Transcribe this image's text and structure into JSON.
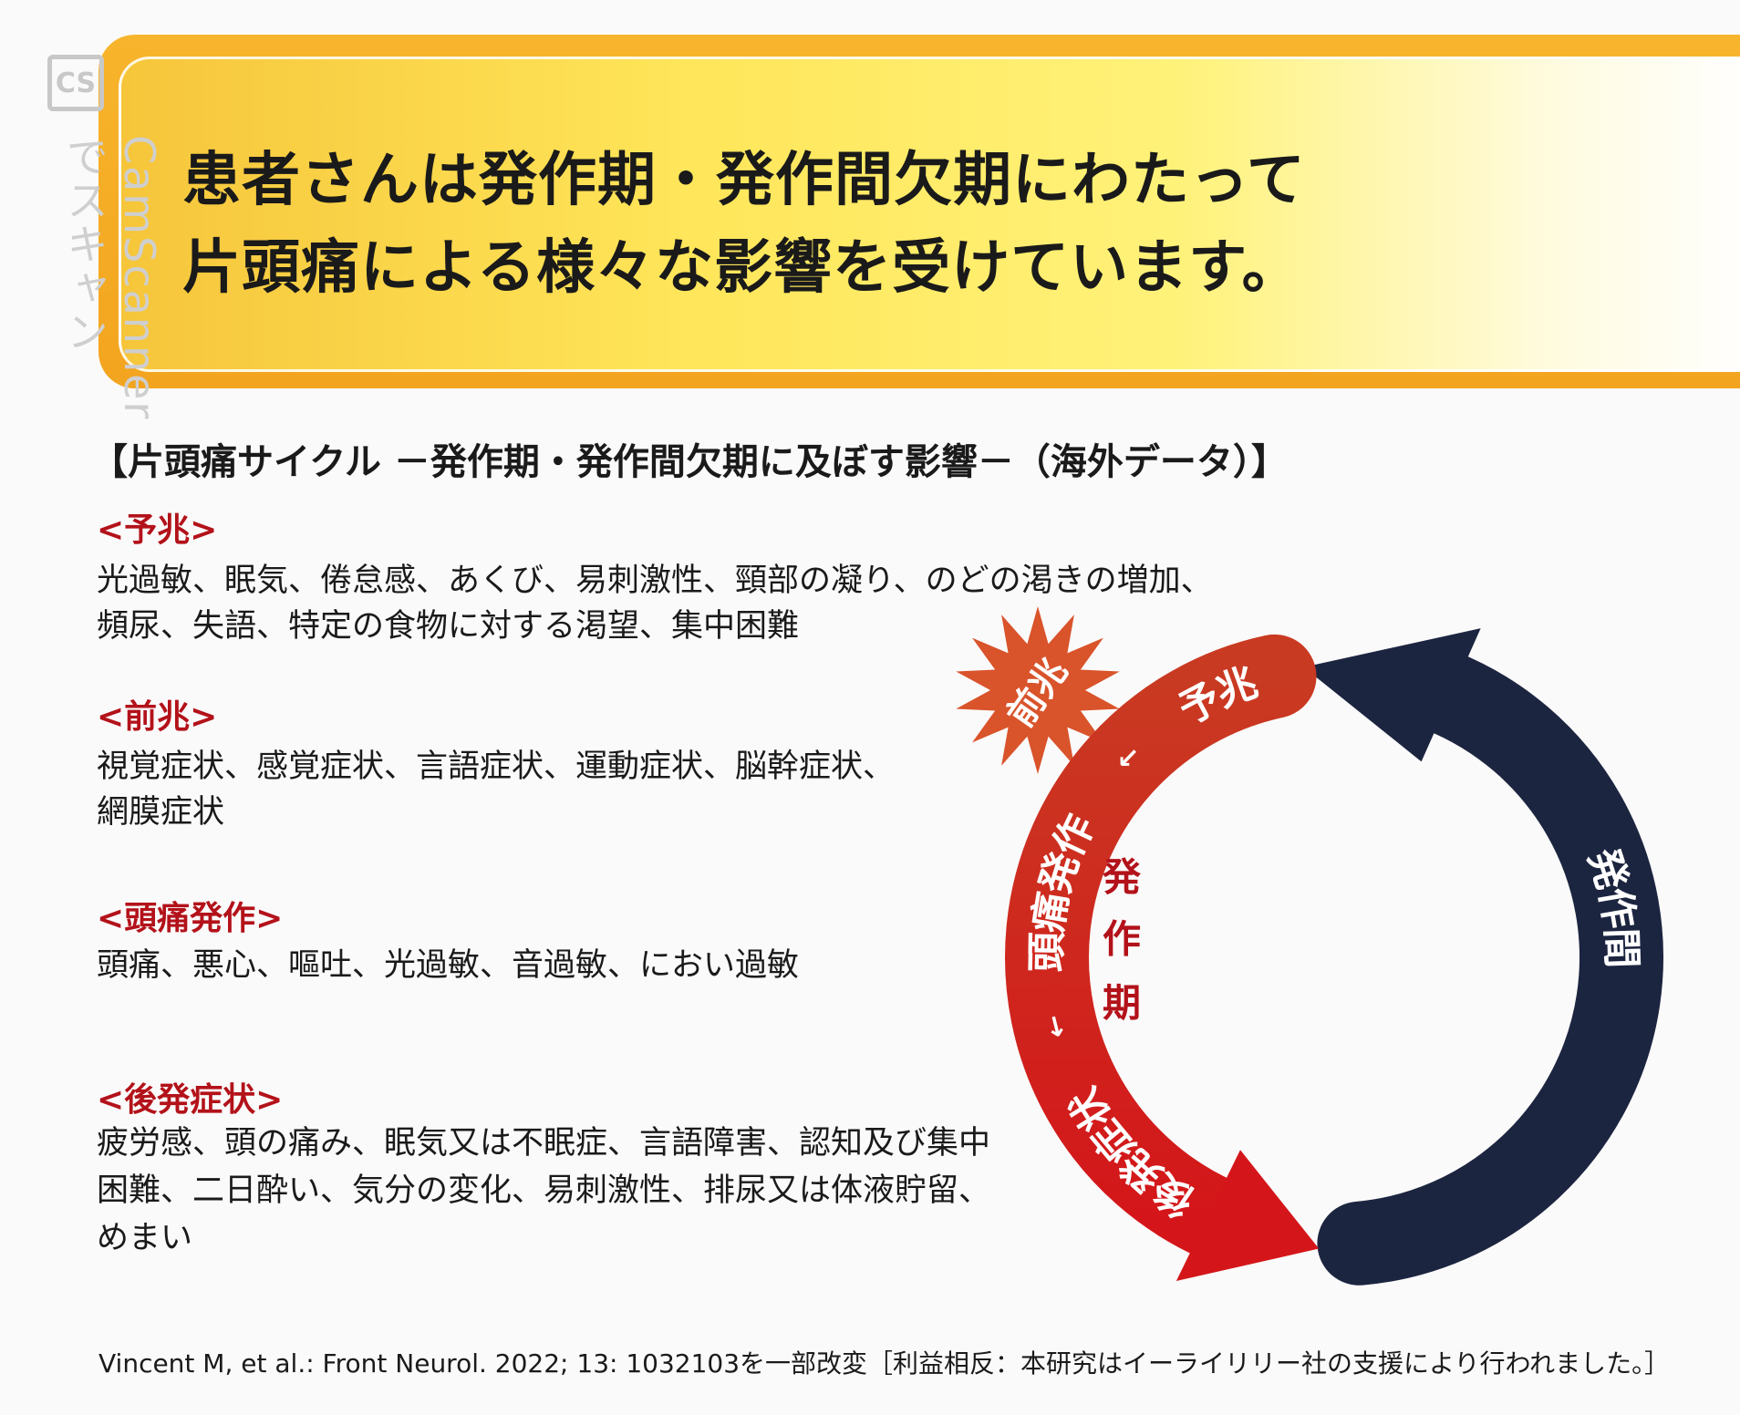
{
  "watermark": {
    "logo": "CS",
    "text": "CamScanner でスキャン"
  },
  "header": {
    "title_lines": [
      "患者さんは発作期・発作間欠期にわたって",
      "片頭痛による様々な影響を受けています。"
    ]
  },
  "section_title": "【片頭痛サイクル －発作期・発作間欠期に及ぼす影響－（海外データ）】",
  "categories": [
    {
      "label": "<予兆>",
      "lines": [
        "光過敏、眠気、倦怠感、あくび、易刺激性、頸部の凝り、のどの渇きの増加、",
        "頻尿、失語、特定の食物に対する渇望、集中困難"
      ]
    },
    {
      "label": "<前兆>",
      "lines": [
        "視覚症状、感覚症状、言語症状、運動症状、脳幹症状、",
        "網膜症状"
      ]
    },
    {
      "label": "<頭痛発作>",
      "lines": [
        "頭痛、悪心、嘔吐、光過敏、音過敏、におい過敏"
      ]
    },
    {
      "label": "<後発症状>",
      "lines": [
        "疲労感、頭の痛み、眠気又は不眠症、言語障害、認知及び集中",
        "困難、二日酔い、気分の変化、易刺激性、排尿又は体液貯留、",
        "めまい"
      ]
    }
  ],
  "cycle": {
    "prodrome": "予兆",
    "aura": "前兆",
    "headache": "頭痛発作",
    "postdrome": "後発症状",
    "arrow_glyph": "←",
    "ictal_phase": [
      "発",
      "作",
      "期"
    ],
    "interictal_phase": "発作間欠期",
    "colors": {
      "ictal": "#c8201c",
      "aura_star": "#d9532b",
      "interictal": "#1c2540",
      "ictal_label": "#b3121a"
    }
  },
  "footnote": "Vincent M, et al.: Front Neurol. 2022; 13: 1032103を一部改変［利益相反：本研究はイーライリリー社の支援により行われました。］"
}
